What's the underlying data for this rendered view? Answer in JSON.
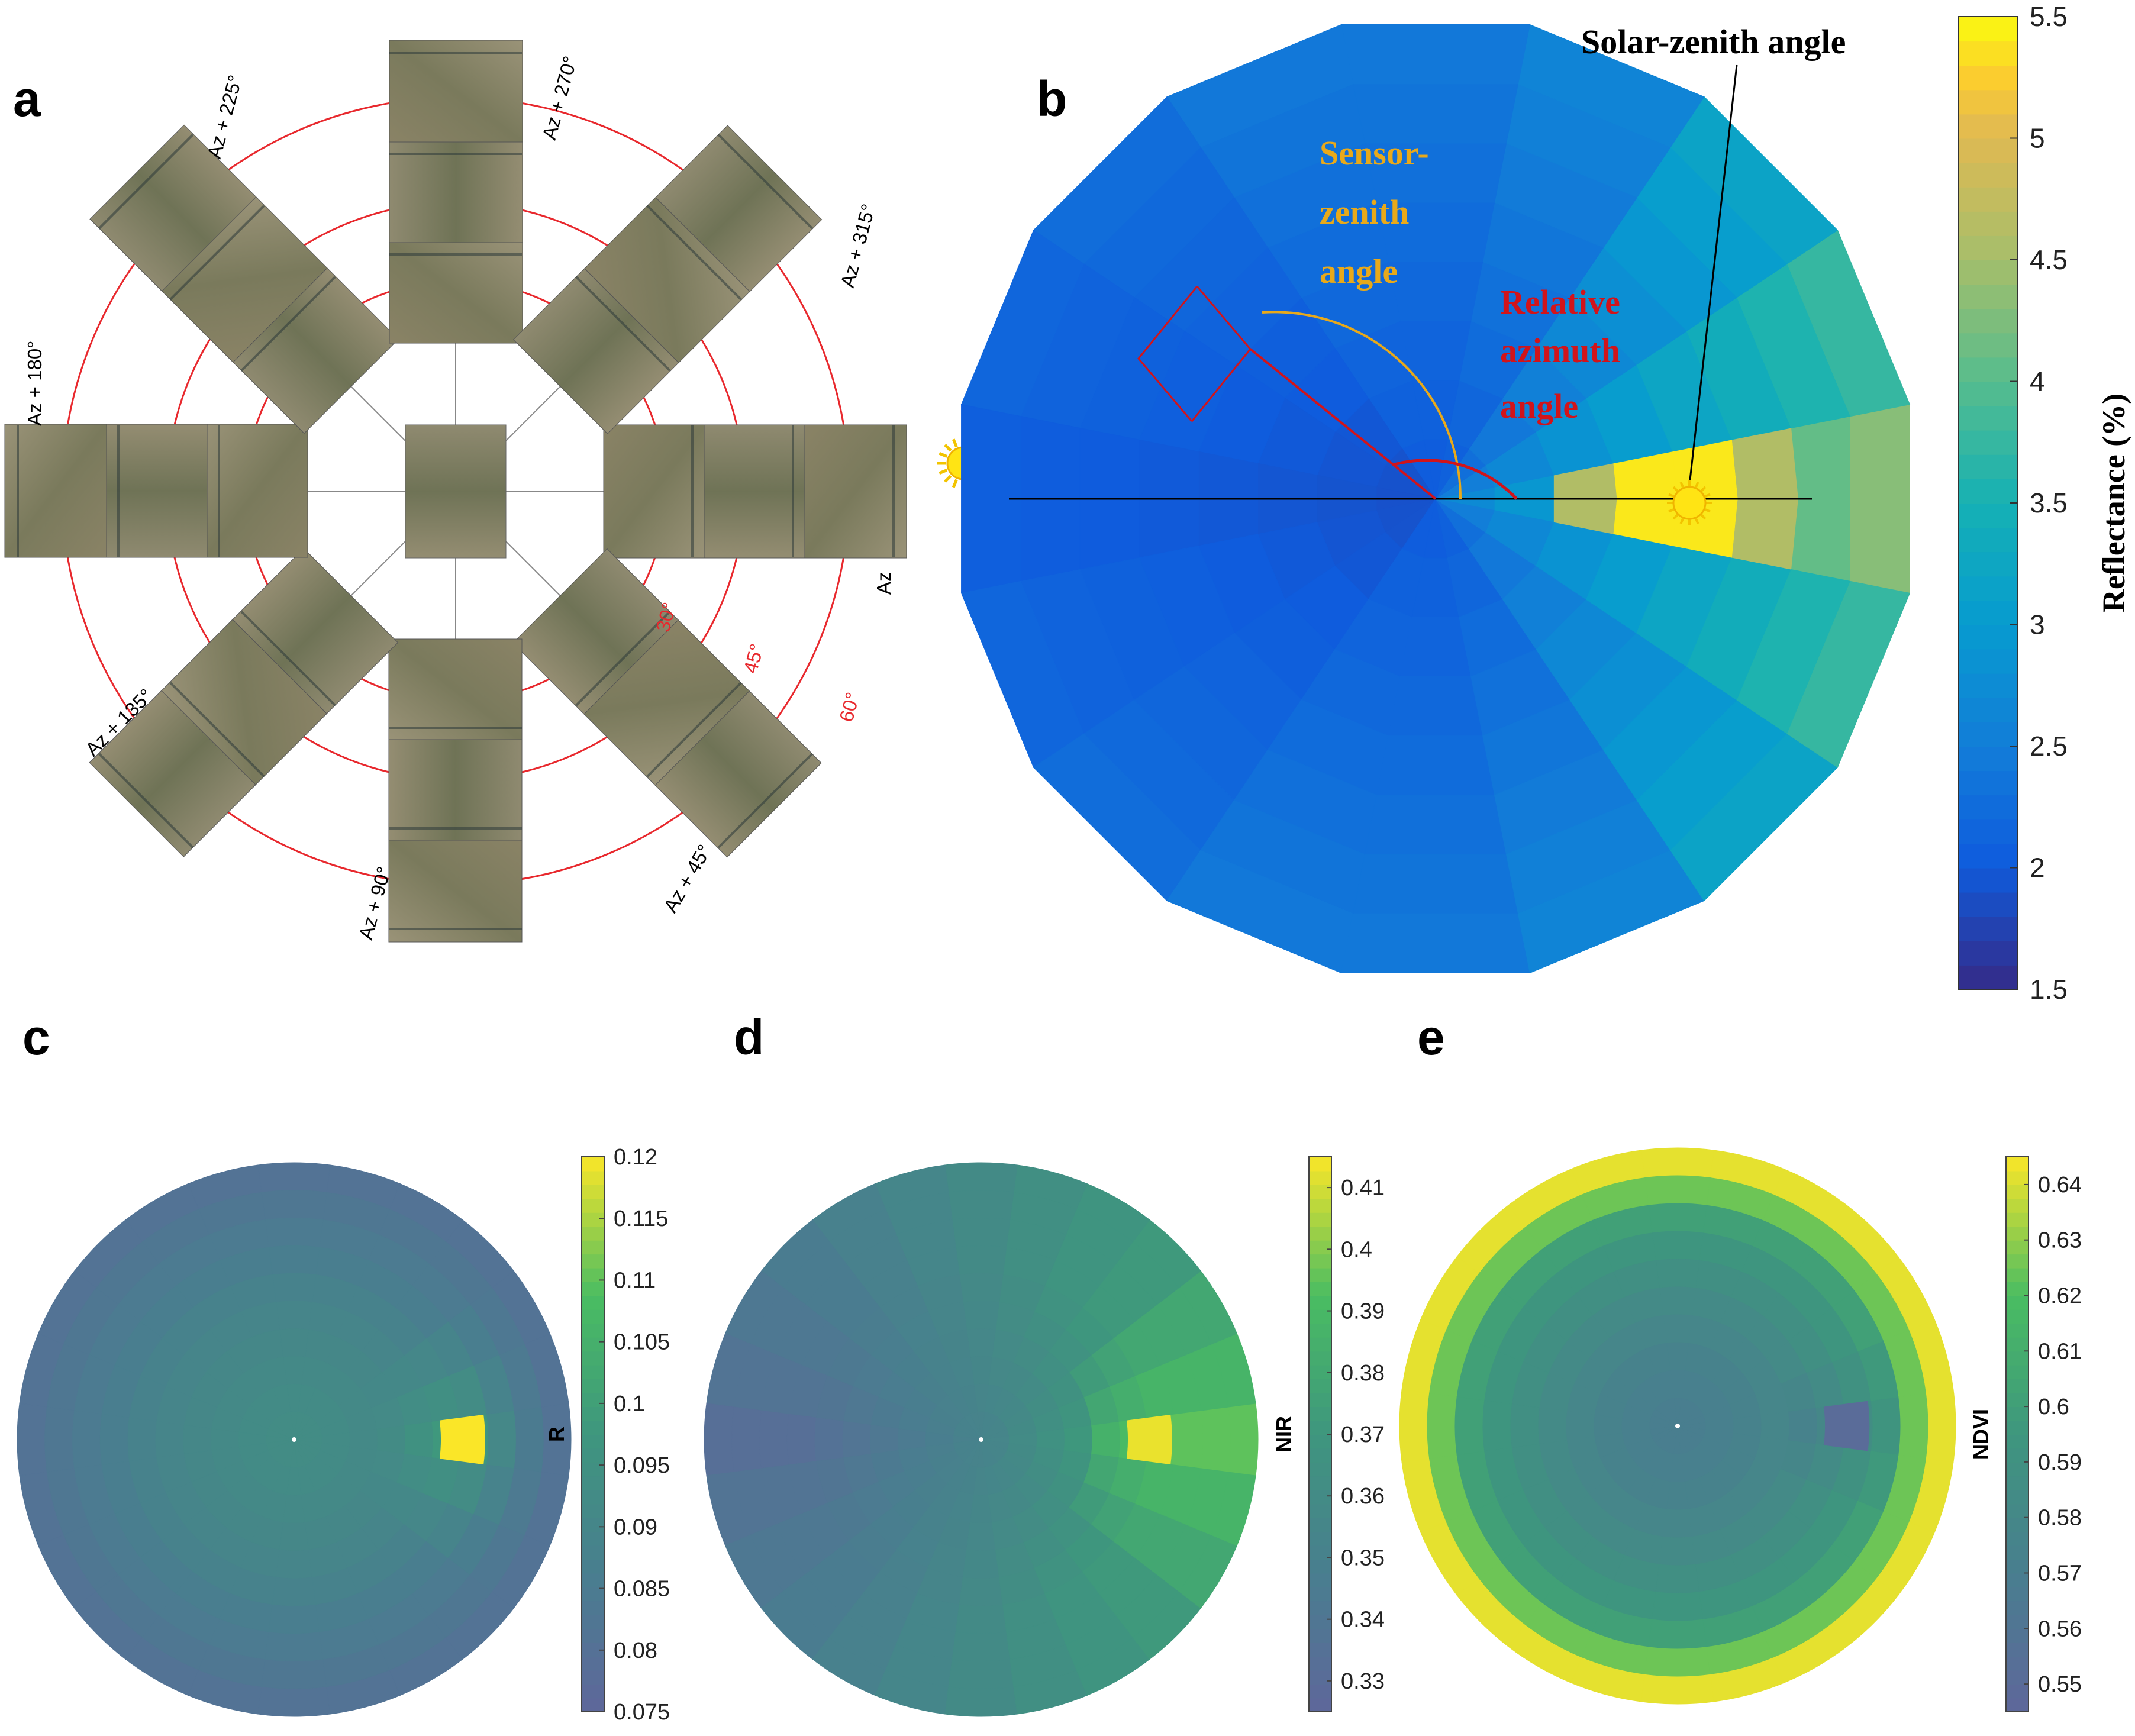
{
  "panels": {
    "a": {
      "letter": "a",
      "view_labels": [
        "Az",
        "Az + 45°",
        "Az + 90°",
        "Az + 135°",
        "Az + 180°",
        "Az + 225°",
        "Az + 270°",
        "Az + 315°"
      ],
      "ring_labels": [
        "30°",
        "45°",
        "60°"
      ],
      "ring_color": "#e8282d",
      "sun_icon": "sun-icon"
    },
    "b": {
      "letter": "b",
      "annotation_solar": "Solar-zenith angle",
      "annotation_sensor": [
        "Sensor-",
        "zenith",
        "angle"
      ],
      "annotation_azimuth": [
        "Relative",
        "azimuth",
        "angle"
      ],
      "sensor_color": "#e8a91a",
      "azimuth_color": "#d1141b",
      "sun_icon": "sun-icon"
    },
    "c": {
      "letter": "c"
    },
    "d": {
      "letter": "d"
    },
    "e": {
      "letter": "e"
    }
  },
  "chart_data": [
    {
      "panel": "b",
      "type": "heatmap",
      "subtype": "polar",
      "colorbar_label": "Reflectance (%)",
      "colorbar_ticks": [
        "1.5",
        "2",
        "2.5",
        "3",
        "3.5",
        "4",
        "4.5",
        "5",
        "5.5"
      ],
      "clim": [
        1.5,
        5.5
      ],
      "colormap": "parula",
      "zenith_rings_deg": [
        0,
        10,
        20,
        30,
        40,
        50,
        60,
        70
      ],
      "azimuth_sectors": 16,
      "hotspot": {
        "relative_azimuth_deg": 0,
        "sensor_zenith_deg": [
          30,
          45
        ],
        "value": 5.4
      }
    },
    {
      "panel": "c",
      "type": "heatmap",
      "subtype": "polar",
      "colorbar_label": "R",
      "colorbar_ticks": [
        "0.075",
        "0.08",
        "0.085",
        "0.09",
        "0.095",
        "0.1",
        "0.105",
        "0.11",
        "0.115",
        "0.12"
      ],
      "clim": [
        0.075,
        0.12
      ],
      "colormap": "viridis",
      "hotspot": {
        "relative_azimuth_deg": 0,
        "value": 0.12
      },
      "center_value": 0.093,
      "edge_value": 0.08
    },
    {
      "panel": "d",
      "type": "heatmap",
      "subtype": "polar",
      "colorbar_label": "NIR",
      "colorbar_ticks": [
        "0.33",
        "0.34",
        "0.35",
        "0.36",
        "0.37",
        "0.38",
        "0.39",
        "0.4",
        "0.41"
      ],
      "clim": [
        0.325,
        0.415
      ],
      "colormap": "viridis",
      "hotspot": {
        "relative_azimuth_deg": 0,
        "value": 0.413
      },
      "forward_value": 0.333,
      "backward_value": 0.385
    },
    {
      "panel": "e",
      "type": "heatmap",
      "subtype": "polar",
      "colorbar_label": "NDVI",
      "colorbar_ticks": [
        "0.55",
        "0.56",
        "0.57",
        "0.58",
        "0.59",
        "0.6",
        "0.61",
        "0.62",
        "0.63",
        "0.64"
      ],
      "clim": [
        0.545,
        0.645
      ],
      "colormap": "viridis",
      "hotspot": {
        "relative_azimuth_deg": 0,
        "value": 0.55
      },
      "center_value": 0.57,
      "edge_value": 0.642
    }
  ]
}
